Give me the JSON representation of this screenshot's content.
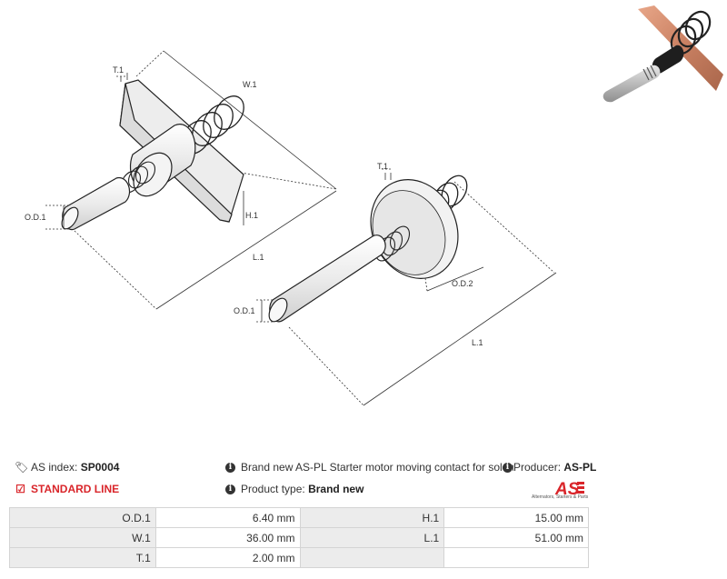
{
  "drawing": {
    "left_labels": {
      "t1": "T.1",
      "w1": "W.1",
      "od1": "O.D.1",
      "h1": "H.1",
      "l1": "L.1"
    },
    "right_labels": {
      "t1": "T.1",
      "od1": "O.D.1",
      "od2": "O.D.2",
      "l1": "L.1"
    }
  },
  "info": {
    "index_label": "AS index:",
    "index_value": "SP0004",
    "line_label": "STANDARD LINE",
    "description": "Brand new AS-PL Starter motor moving contact for solenoid",
    "producer_label": "Producer:",
    "producer_value": "AS-PL",
    "type_label": "Product type:",
    "type_value": "Brand new"
  },
  "logo": {
    "mark": "AS",
    "tagline": "Alternators, Starters & Parts"
  },
  "colors": {
    "accent": "#d9252a",
    "table_key_bg": "#ececec",
    "border": "#d4d4d4"
  },
  "specs": [
    {
      "k1": "O.D.1",
      "v1": "6.40 mm",
      "k2": "H.1",
      "v2": "15.00 mm"
    },
    {
      "k1": "W.1",
      "v1": "36.00 mm",
      "k2": "L.1",
      "v2": "51.00 mm"
    },
    {
      "k1": "T.1",
      "v1": "2.00 mm",
      "k2": "",
      "v2": ""
    }
  ]
}
